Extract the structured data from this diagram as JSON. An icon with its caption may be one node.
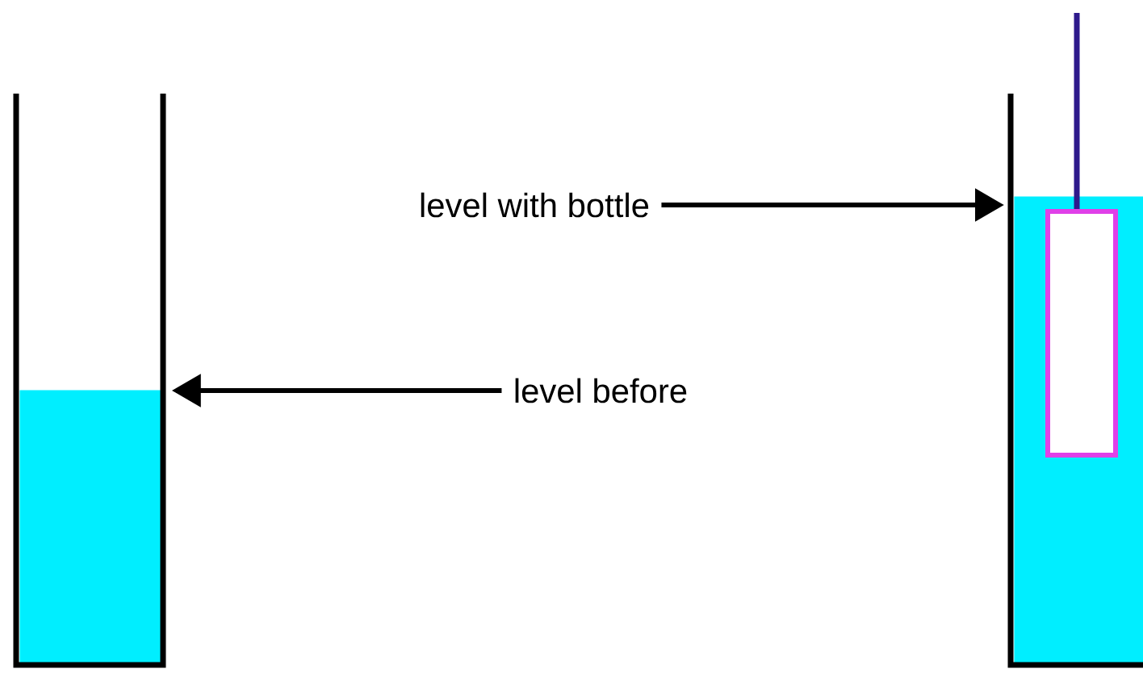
{
  "diagram": {
    "nodes": [
      {
        "text": [],
        "shape": "box"
      },
      {
        "text": [
          "level with bottle"
        ]
      },
      {
        "text": [],
        "shape": "box"
      },
      {
        "text": [
          "level before"
        ]
      }
    ],
    "edges": [
      {
        "from": 1,
        "to": 2,
        "arrow": "to"
      },
      {
        "from": 3,
        "to": 0,
        "arrow": "to"
      }
    ]
  }
}
